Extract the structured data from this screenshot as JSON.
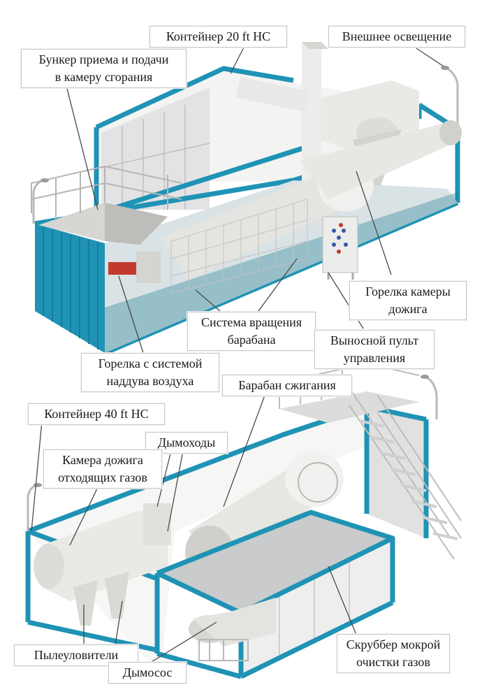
{
  "colors": {
    "frame": "#1f93b5",
    "frame_dark": "#167c9b",
    "panel": "#dcdcdc",
    "equipment": "#e6e6e3",
    "leader": "#4a4a4a"
  },
  "labels": {
    "container_20": [
      "Контейнер 20 ft HC"
    ],
    "outdoor_lighting": [
      "Внешнее освещение"
    ],
    "hopper": [
      "Бункер приема и подачи",
      "в камеру сгорания"
    ],
    "afterburner_burner": [
      "Горелка камеры",
      "дожига"
    ],
    "drum_rotation": [
      "Система вращения",
      "барабана"
    ],
    "remote_panel": [
      "Выносной пульт",
      "управления"
    ],
    "burner_air": [
      "Горелка с системой",
      "наддува воздуха"
    ],
    "combustion_drum": [
      "Барабан сжигания"
    ],
    "container_40": [
      "Контейнер 40 ft HC"
    ],
    "chimneys": [
      "Дымоходы"
    ],
    "afterburner_chamber": [
      "Камера дожига",
      "отходящих газов"
    ],
    "dust_collectors": [
      "Пылеуловители"
    ],
    "smoke_exhauster": [
      "Дымосос"
    ],
    "scrubber": [
      "Скруббер мокрой",
      "очистки газов"
    ]
  }
}
